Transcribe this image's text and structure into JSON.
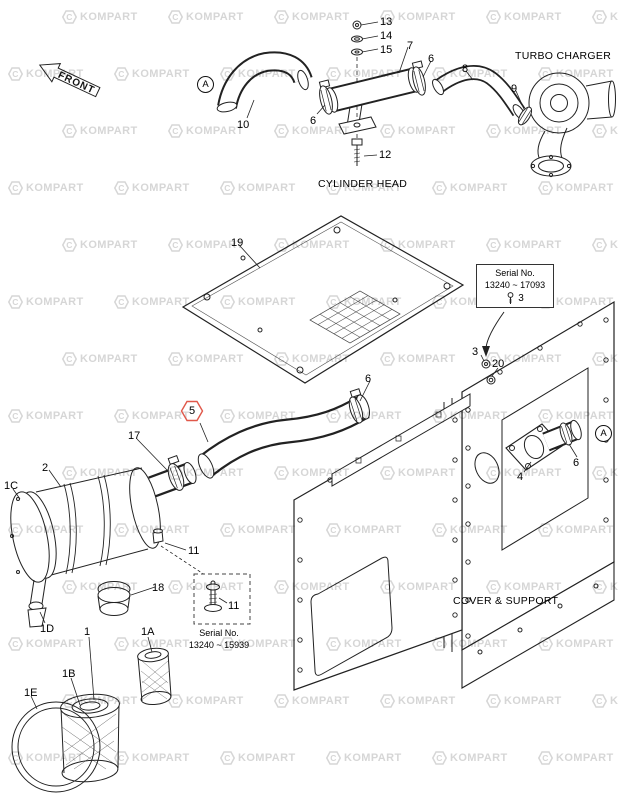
{
  "watermark": {
    "text": "KOMPART",
    "icon_letter": "C",
    "color": "#d2d2d2"
  },
  "front_arrow": {
    "label": "FRONT"
  },
  "sections": {
    "turbo_charger": "TURBO CHARGER",
    "cylinder_head": "CYLINDER HEAD",
    "cover_support": "COVER & SUPPORT"
  },
  "serial_notes": {
    "upper": {
      "title": "Serial No.",
      "range": "13240 ~ 17093"
    },
    "lower": {
      "title": "Serial No.",
      "range": "13240 ~ 15939"
    }
  },
  "connection_marker": "A",
  "highlight": {
    "part": "5",
    "color": "#e0584a"
  },
  "parts": {
    "p1": "1",
    "p1a": "1A",
    "p1b": "1B",
    "p1c": "1C",
    "p1d": "1D",
    "p1e": "1E",
    "p2": "2",
    "p3": "3",
    "p4": "4",
    "p5": "5",
    "p6": "6",
    "p7": "7",
    "p8": "8",
    "p9": "9",
    "p10": "10",
    "p11": "11",
    "p12": "12",
    "p13": "13",
    "p14": "14",
    "p15": "15",
    "p17": "17",
    "p18": "18",
    "p19": "19",
    "p20": "20"
  }
}
